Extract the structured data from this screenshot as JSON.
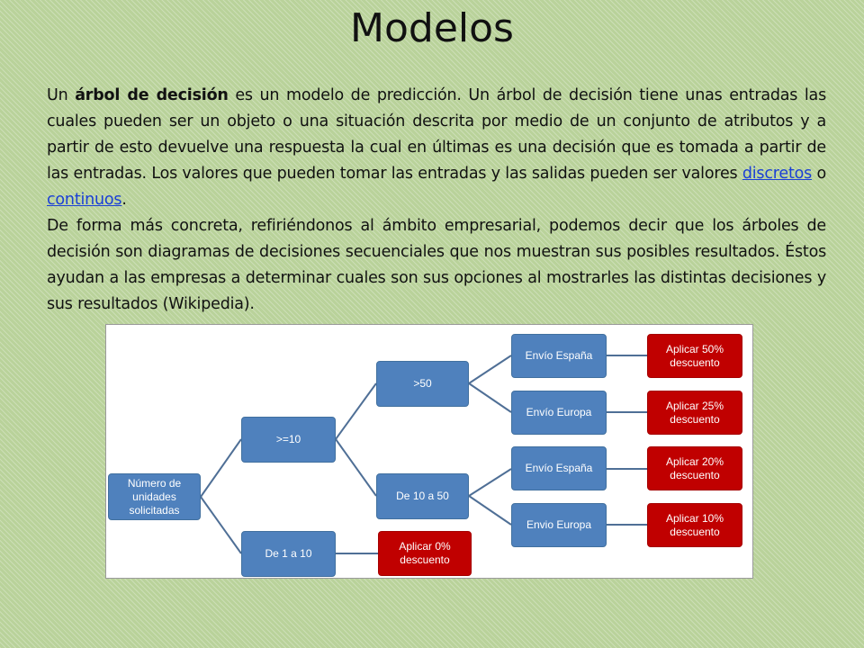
{
  "slide": {
    "title": "Modelos",
    "p1_intro": "Un ",
    "p1_bold": "árbol de decisión",
    "p1_body": " es un modelo de predicción. Un árbol de decisión tiene unas entradas las cuales pueden ser un objeto o una situación descrita por medio de un conjunto de atributos y a partir de esto devuelve una respuesta la cual en últimas es una decisión que es tomada a partir de las entradas. Los valores que pueden tomar las entradas y las salidas pueden ser valores ",
    "link1": "discretos",
    "p1_or": " o ",
    "link2": "continuos",
    "p1_end": ".",
    "p2": "De forma más concreta, refiriéndonos al ámbito empresarial, podemos decir que los árboles de decisión son diagramas de decisiones secuenciales que nos muestran sus posibles resultados. Éstos ayudan a las empresas a determinar cuales son sus opciones al mostrarles las distintas decisiones y sus resultados (Wikipedia)."
  },
  "diagram": {
    "root": "Número de unidades solicitadas",
    "ge10": ">=10",
    "range_1_10": "De 1 a 10",
    "gt50": ">50",
    "range_10_50": "De 10 a 50",
    "envio_espana_1": "Envío España",
    "envio_europa_1": "Envío Europa",
    "envio_espana_2": "Envío España",
    "envio_europa_2": "Envio Europa",
    "result_50": "Aplicar 50% descuento",
    "result_25": "Aplicar 25% descuento",
    "result_20": "Aplicar 20% descuento",
    "result_10": "Aplicar 10% descuento",
    "result_0": "Aplicar 0% descuento",
    "colors": {
      "decision": "#4f81bd",
      "result": "#c00000",
      "connector": "#4f6f96"
    }
  }
}
